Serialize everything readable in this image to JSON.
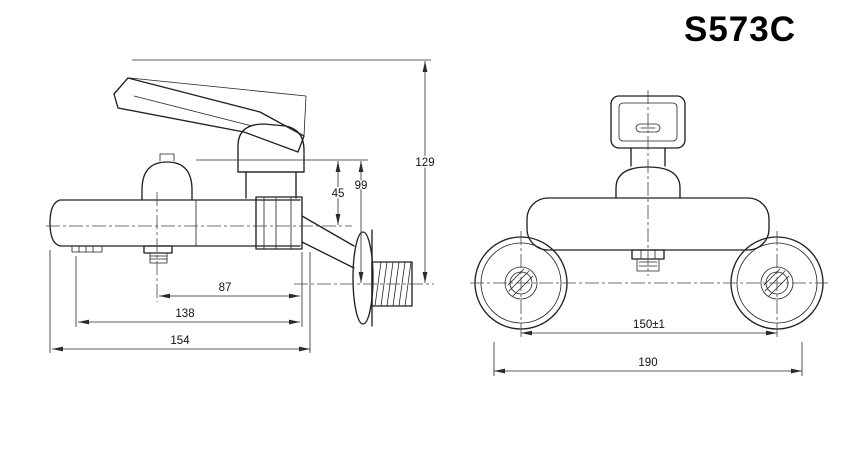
{
  "title": "S573C",
  "colors": {
    "line": "#222222",
    "background": "#ffffff"
  },
  "views": {
    "side": {
      "dims": {
        "overall_height": "129",
        "body_height": "99",
        "spout_height": "45",
        "outlet_to_wall": "87",
        "body_depth": "138",
        "overall_depth": "154"
      }
    },
    "front": {
      "dims": {
        "inlet_centers": "150±1",
        "overall_width": "190"
      }
    }
  }
}
